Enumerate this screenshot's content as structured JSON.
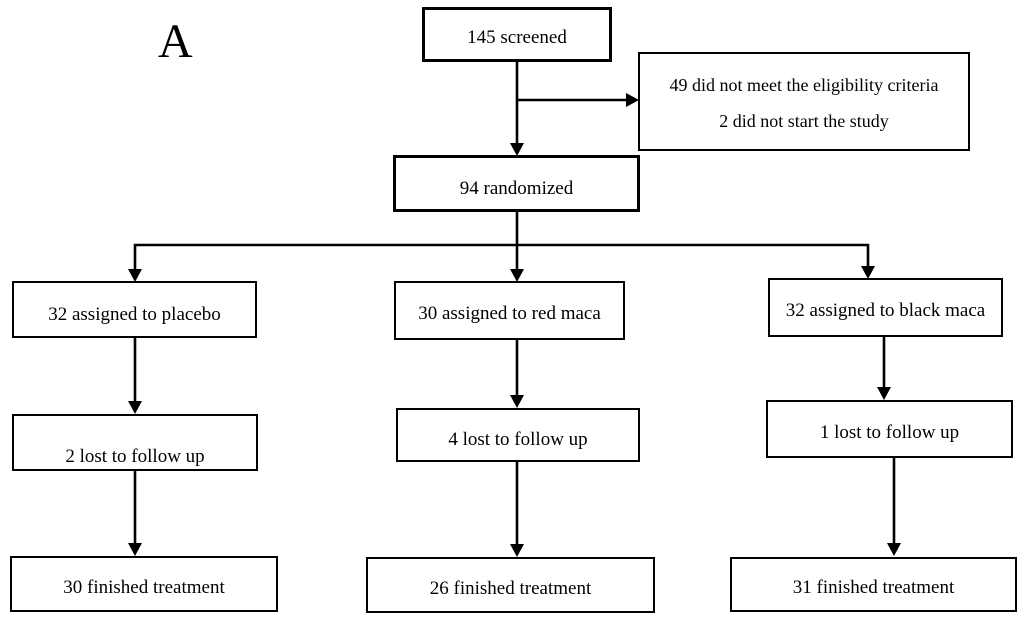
{
  "panel_label": "A",
  "flowchart": {
    "screened": "145 screened",
    "exclusions": {
      "line1": "49 did not meet the eligibility criteria",
      "line2": "2 did not start the study"
    },
    "randomized": "94 randomized",
    "arms": [
      {
        "name": "placebo",
        "assigned": "32 assigned to placebo",
        "lost": "2 lost to follow up",
        "finished": "30 finished treatment"
      },
      {
        "name": "red maca",
        "assigned": "30 assigned to red maca",
        "lost": "4 lost to follow up",
        "finished": "26 finished treatment"
      },
      {
        "name": "black maca",
        "assigned": "32 assigned to black maca",
        "lost": "1 lost to follow up",
        "finished": "31 finished treatment"
      }
    ]
  }
}
